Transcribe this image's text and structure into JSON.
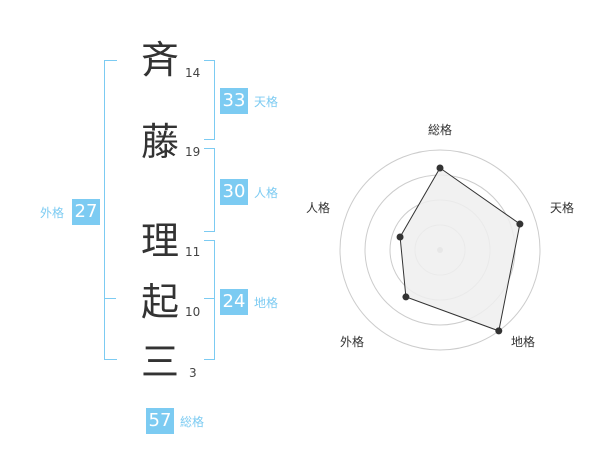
{
  "name": [
    {
      "char": "斉",
      "strokes": "14"
    },
    {
      "char": "藤",
      "strokes": "19"
    },
    {
      "char": "理",
      "strokes": "11"
    },
    {
      "char": "起",
      "strokes": "10"
    },
    {
      "char": "三",
      "strokes": "3"
    }
  ],
  "fortune": {
    "tenkaku": {
      "value": "33",
      "label": "天格"
    },
    "jinkaku": {
      "value": "30",
      "label": "人格"
    },
    "chikaku": {
      "value": "24",
      "label": "地格"
    },
    "gaikaku": {
      "value": "27",
      "label": "外格"
    },
    "soukaku": {
      "value": "57",
      "label": "総格"
    }
  },
  "chart_data": {
    "type": "radar",
    "axes": [
      "総格",
      "天格",
      "地格",
      "外格",
      "人格"
    ],
    "values": [
      0.82,
      0.84,
      1.0,
      0.58,
      0.42
    ],
    "range": [
      0,
      1
    ],
    "rings": 4
  },
  "colors": {
    "accent": "#7ccbf2",
    "text": "#333333",
    "grid": "#cccccc",
    "fill": "#eeeeee"
  }
}
